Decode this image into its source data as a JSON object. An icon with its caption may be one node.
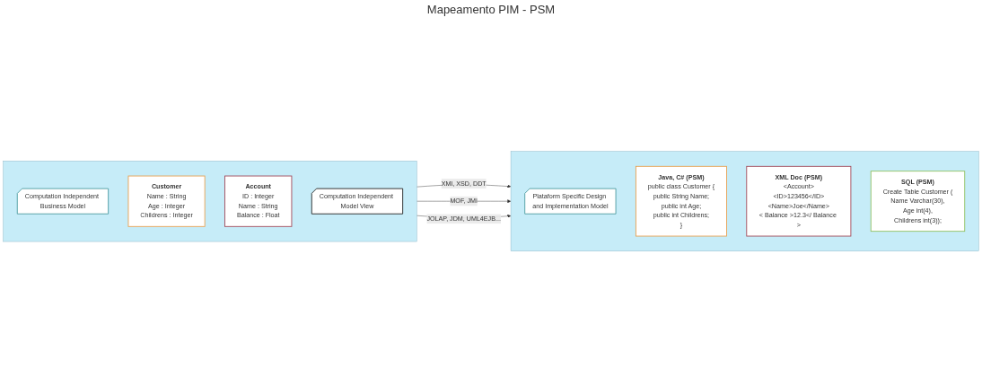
{
  "diagram": {
    "nodes": [
      {
        "text": [],
        "shape": "box"
      },
      {
        "text": [
          "Computation Independent Business Model"
        ],
        "in": 0
      },
      {
        "text": [
          "Customer",
          "Name : String",
          "Age : Integer",
          "Childrens : Integer"
        ],
        "in": 0
      },
      {
        "text": [
          "Account",
          "ID : Integer",
          "Name : String",
          "Balance : Float"
        ],
        "in": 0
      },
      {
        "text": [
          "Computation Independent Model View"
        ],
        "in": 0
      },
      {
        "text": [],
        "shape": "box"
      },
      {
        "text": [
          "Plataform Specific Design and Implementation Model"
        ],
        "in": 5
      },
      {
        "text": [
          "Java, C# (PSM)",
          "public class Customer {",
          "public String Name;",
          "public int Age;",
          "public int Childrens;",
          "}"
        ],
        "in": 5
      },
      {
        "text": [
          "XML Doc (PSM)",
          "<Account>",
          "<ID>123456</ID>",
          "<Name>Joe</Name>",
          "< Balance >12.3</ Balance >"
        ],
        "in": 5
      },
      {
        "text": [
          "SQL (PSM)",
          "Create Table Customer (",
          "Name Varchar(30),",
          "Age int(4),",
          "Childrens int(3));"
        ],
        "in": 5
      }
    ],
    "edges": [
      {
        "from": 0,
        "to": 5,
        "arrow": "to",
        "label": "XMI, XSD, DDT"
      },
      {
        "from": 0,
        "to": 5,
        "arrow": "to",
        "label": "MOF, JMI"
      },
      {
        "from": 0,
        "to": 5,
        "arrow": "to",
        "label": "JOLAP, JDM, UML4EJB..."
      }
    ],
    "labels": [
      "Mapeamento PIM - PSM"
    ]
  }
}
